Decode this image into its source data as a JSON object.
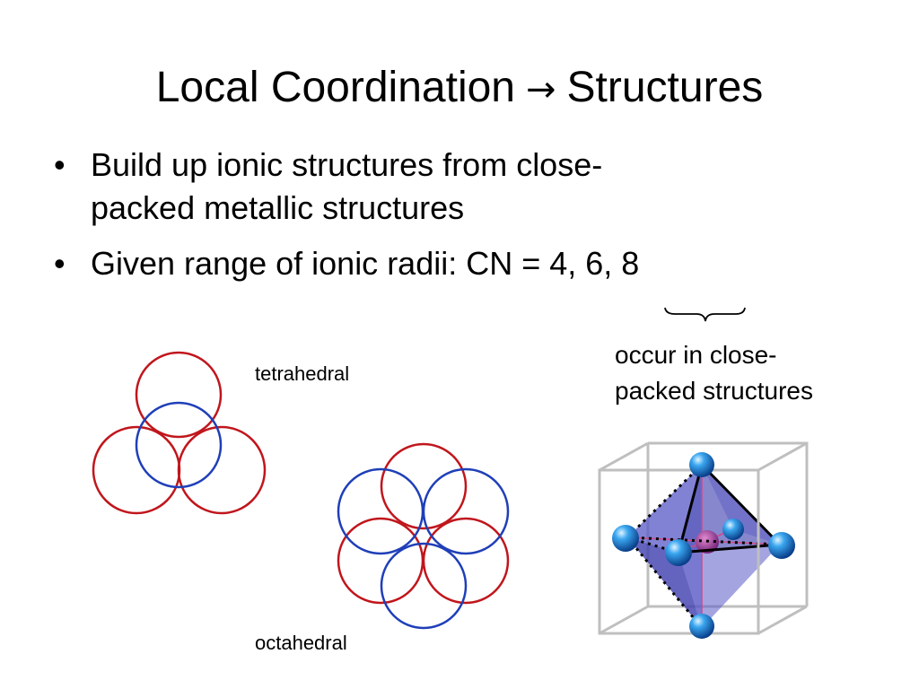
{
  "slide": {
    "title_left": "Local Coordination",
    "title_arrow": "→",
    "title_right": "Structures"
  },
  "bullets": [
    {
      "symbol": "•",
      "text_line1": "Build up ionic structures from close-",
      "text_line2": "packed metallic structures"
    },
    {
      "symbol": "•",
      "text": "Given range of ionic radii: CN = 4, 6, 8"
    }
  ],
  "annotation": {
    "line1": "occur in close-",
    "line2": "packed structures"
  },
  "figures": {
    "tetrahedral_label": "tetrahedral",
    "octahedral_label": "octahedral"
  },
  "colors": {
    "red_circle": "#c0161c",
    "blue_circle": "#1f3fb8",
    "octahedron_fill": "#4a4ab8",
    "atom_blue": "#1a8fe0",
    "cube_edge": "#bfbfbf"
  }
}
